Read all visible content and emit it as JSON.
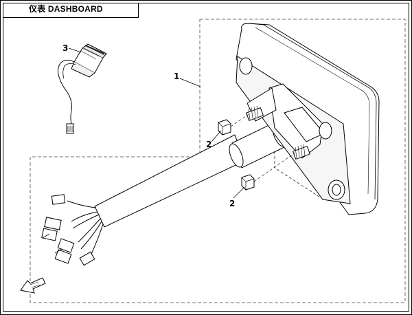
{
  "header": {
    "title": "仪表 DASHBOARD"
  },
  "callouts": {
    "assembly": "1",
    "nut_upper": "2",
    "nut_lower": "2",
    "indicator": "3"
  },
  "icons": {
    "front_arrow": "front-direction-arrow-icon"
  }
}
